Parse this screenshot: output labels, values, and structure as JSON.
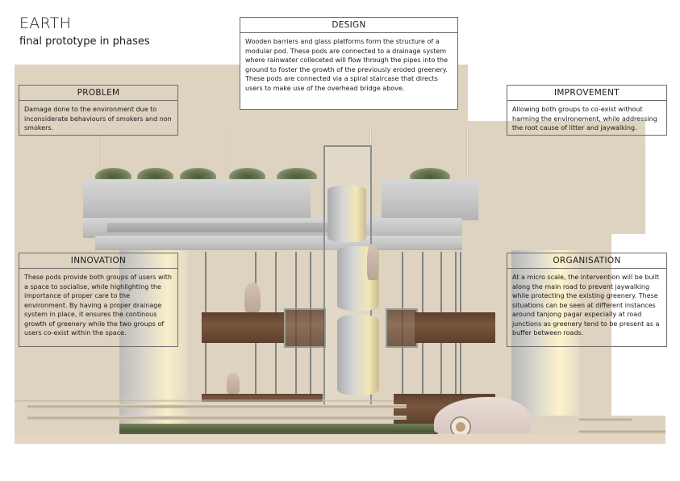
{
  "header": {
    "title": "EARTH",
    "subtitle": "final prototype in phases"
  },
  "panels": {
    "design": {
      "heading": "DESIGN",
      "body": "Wooden barriers and glass platforms form the structure of a modular pod. These pods are connected to a drainage system where rainwater colleceted will flow through the pipes into the ground to foster the growth of the previously eroded greenery. These pods are connected via a spiral staircase that directs users to make use of the overhead bridge above."
    },
    "problem": {
      "heading": "PROBLEM",
      "body": "Damage done to the environment due to inconsiderate behaviours of smokers and non smokers."
    },
    "improvement": {
      "heading": "IMPROVEMENT",
      "body": "Allowing both groups to co-exist without harming the environement, while addressing the root cause of litter and jaywalking."
    },
    "innovation": {
      "heading": "INNOVATION",
      "body": "These pods provide both groups of users with a space to socialise, while highlighting the importance of proper care to the environment. By having a proper drainage system in place, it ensures the continous growth of greenery while the two groups of users co-exist within the space."
    },
    "organisation": {
      "heading": "ORGANISATION",
      "body": "At a micro scale, the intervention will be built along the main road to prevent jaywalking while protecting the existing greenery. These situations can be seen at different instances around tanjong pagar especially at road junctions as greenery tend to be present as a buffer between roads."
    }
  },
  "colors": {
    "background_panel": "#ded3c0",
    "wood": "#6b4a35",
    "border": "#6c6c6c"
  }
}
